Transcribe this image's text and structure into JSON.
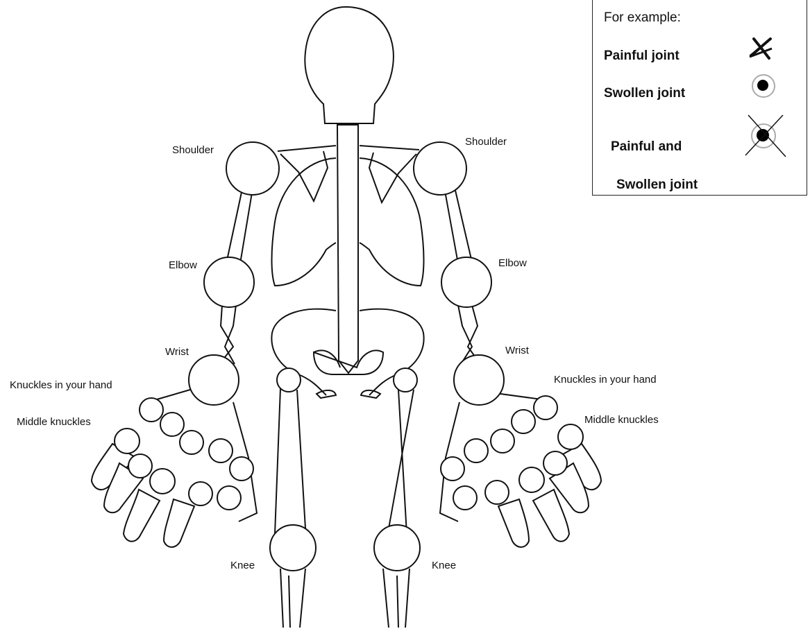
{
  "labels": {
    "shoulder_left": "Shoulder",
    "shoulder_right": "Shoulder",
    "elbow_left": "Elbow",
    "elbow_right": "Elbow",
    "wrist_left": "Wrist",
    "wrist_right": "Wrist",
    "knuckles_left": "Knuckles in your hand",
    "knuckles_right": "Knuckles in your hand",
    "middle_left": "Middle knuckles",
    "middle_right": "Middle knuckles",
    "knee_left": "Knee",
    "knee_right": "Knee"
  },
  "legend": {
    "title": "For example:",
    "painful": "Painful joint",
    "swollen": "Swollen joint",
    "both_line1": "Painful and",
    "both_line2": "Swollen joint",
    "painful_icon": "cross-mark-icon",
    "swollen_icon": "dot-circle-icon",
    "both_icon": "crossed-dot-icon"
  }
}
